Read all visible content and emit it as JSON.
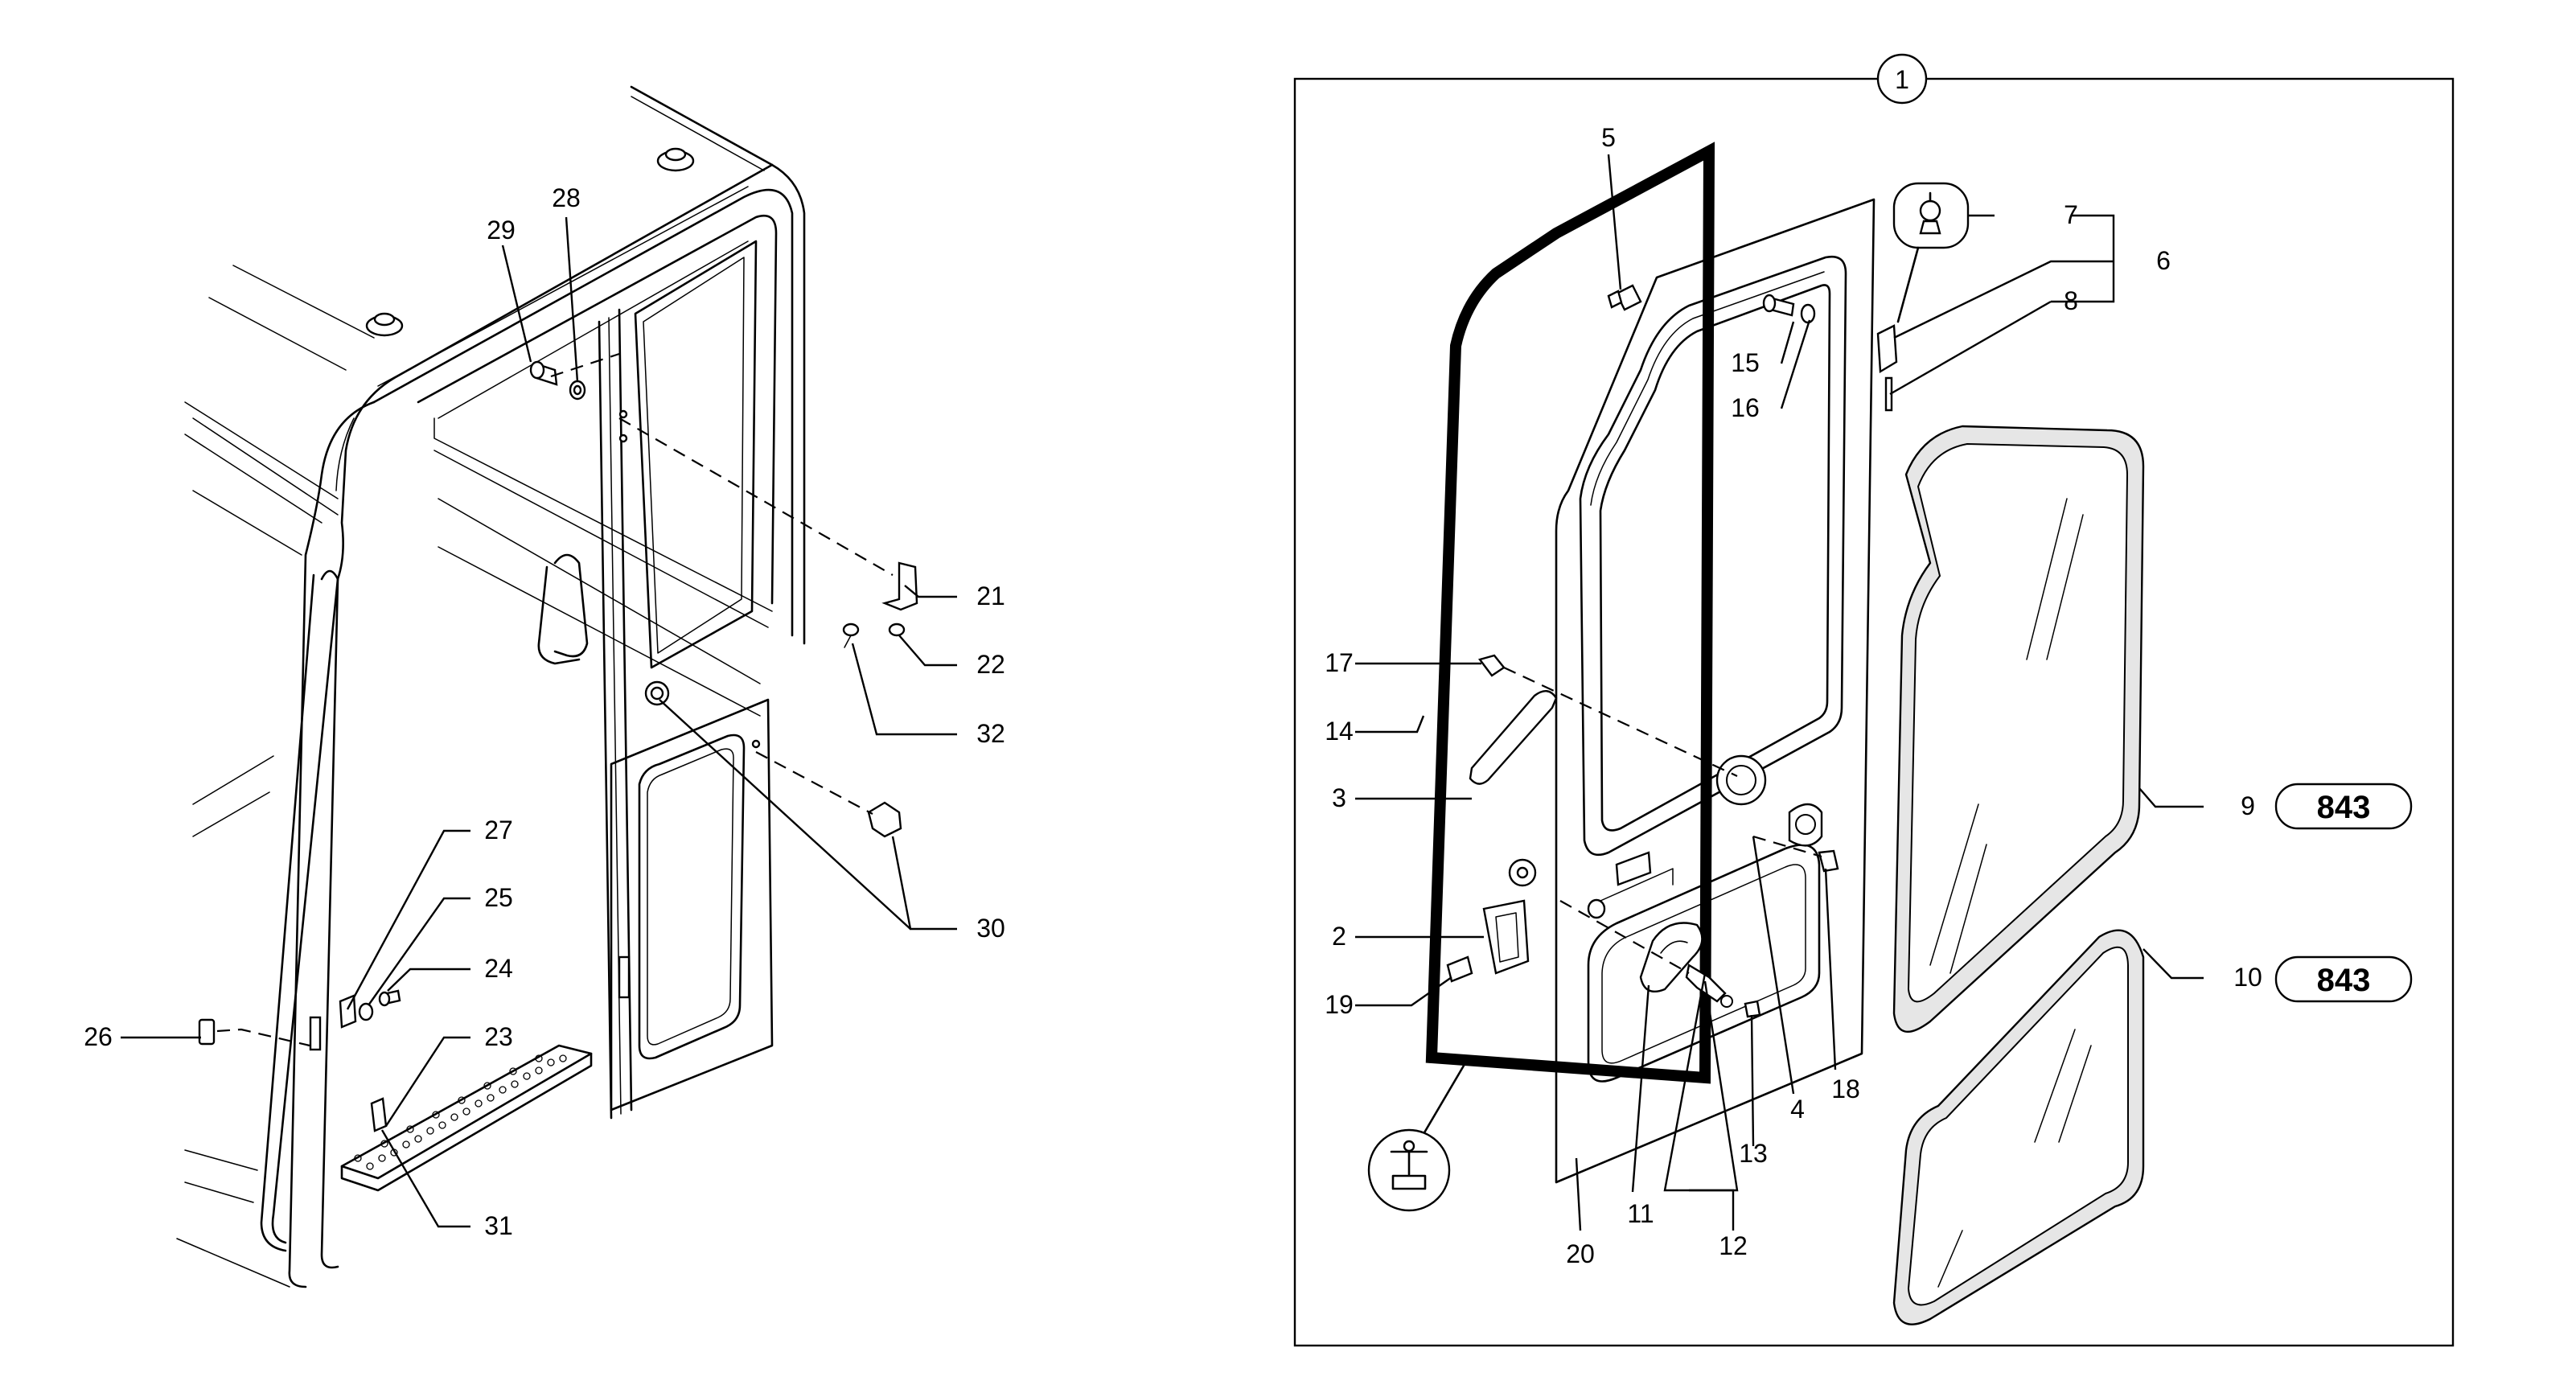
{
  "callouts": {
    "c1": "1",
    "c2": "2",
    "c3": "3",
    "c4": "4",
    "c5": "5",
    "c6": "6",
    "c7": "7",
    "c8": "8",
    "c9": "9",
    "c10": "10",
    "c11": "11",
    "c12": "12",
    "c13": "13",
    "c14": "14",
    "c15": "15",
    "c16": "16",
    "c17": "17",
    "c18": "18",
    "c19": "19",
    "c20": "20",
    "c21": "21",
    "c22": "22",
    "c23": "23",
    "c24": "24",
    "c25": "25",
    "c26": "26",
    "c27": "27",
    "c28": "28",
    "c29": "29",
    "c30": "30",
    "c31": "31",
    "c32": "32"
  },
  "references": {
    "ref9": "843",
    "ref10": "843"
  }
}
